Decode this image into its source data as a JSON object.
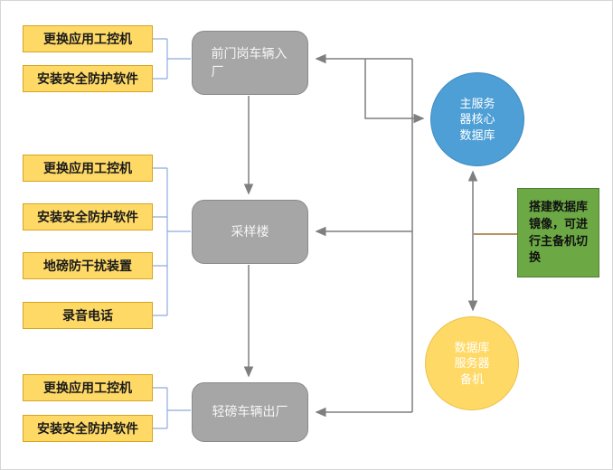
{
  "upgrade_groups": {
    "entry": [
      "更换应用工控机",
      "安装安全防护软件"
    ],
    "sampling": [
      "更换应用工控机",
      "安装安全防护软件",
      "地磅防干扰装置",
      "录音电话"
    ],
    "exit": [
      "更换应用工控机",
      "安装安全防护软件"
    ]
  },
  "stations": {
    "entry": "前门岗车辆入厂",
    "sampling": "采样楼",
    "exit": "轻磅车辆出厂"
  },
  "database": {
    "primary": "主服务器核心数据库",
    "backup": "数据库服务器备机",
    "note": "搭建数据库镜像，可进行主备机切换"
  },
  "colors": {
    "tag_fill": "#FFD966",
    "station_fill": "#A6A6A6",
    "primary_db_fill": "#4D9FD6",
    "backup_db_fill": "#FFD966",
    "note_fill": "#6CA945",
    "connector": "#7f7f7f",
    "bracket": "#8FAADC",
    "note_line": "#9C6F2F"
  }
}
